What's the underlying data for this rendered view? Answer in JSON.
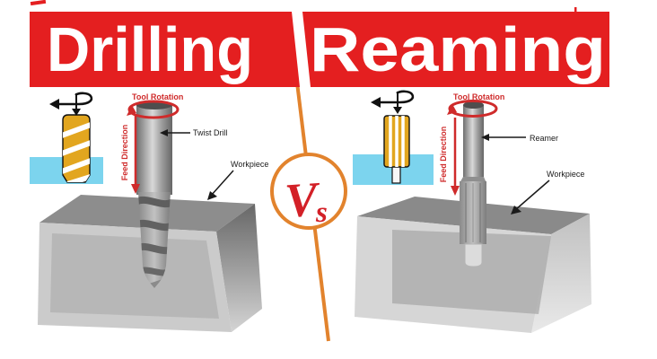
{
  "header": {
    "left_title": "Drilling",
    "right_title": "Reaming",
    "vs_v": "V",
    "vs_s": "s"
  },
  "left_panel": {
    "tool_rotation_label": "Tool Rotation",
    "feed_direction_label": "Feed Direction",
    "tool_label": "Twist Drill",
    "workpiece_label": "Workpiece"
  },
  "right_panel": {
    "tool_rotation_label": "Tool Rotation",
    "feed_direction_label": "Feed Direction",
    "tool_label": "Reamer",
    "workpiece_label": "Workpiece"
  },
  "colors": {
    "banner_red": "#e41f20",
    "divider_orange": "#e2832d",
    "label_red": "#cf2b2b",
    "vs_red": "#d32027",
    "material_blue": "#7cd4ee",
    "tool_gold": "#e2a61f"
  }
}
